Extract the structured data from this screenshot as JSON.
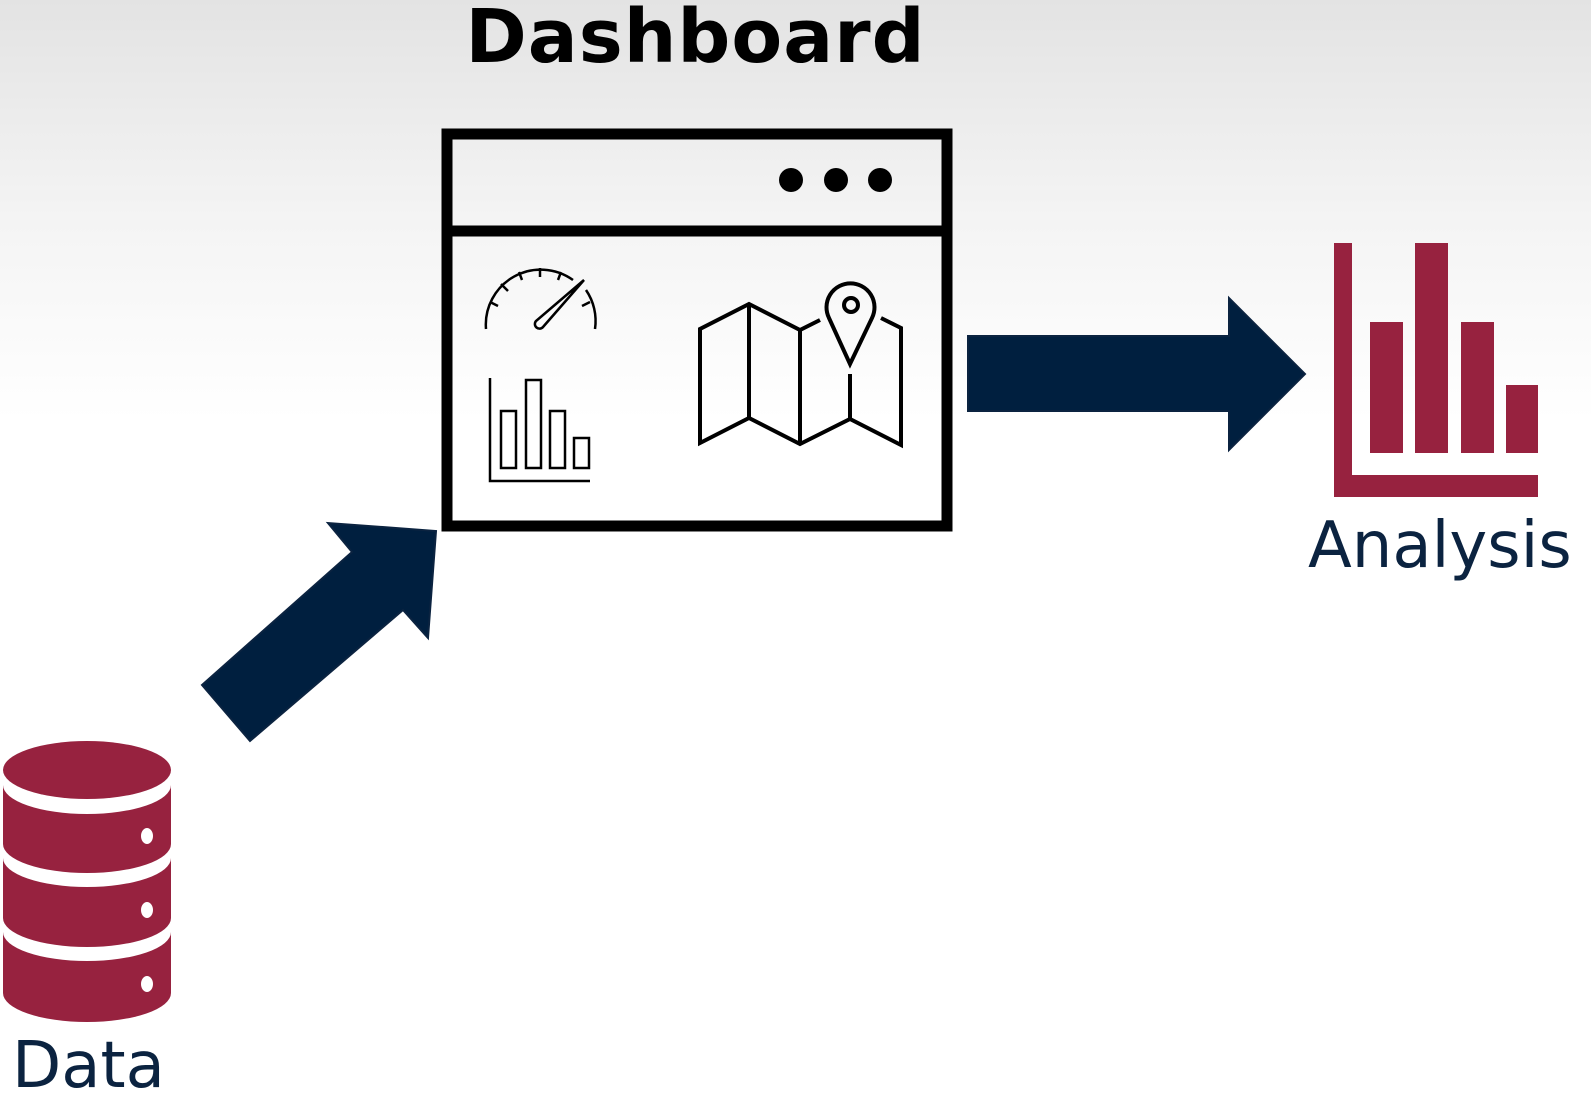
{
  "diagram": {
    "title": "Dashboard",
    "nodes": {
      "data": {
        "label": "Data",
        "icon": "database-icon"
      },
      "dashboard": {
        "icon": "dashboard-window-icon"
      },
      "analysis": {
        "label": "Analysis",
        "icon": "bar-chart-icon"
      }
    },
    "edges": [
      {
        "from": "data",
        "to": "dashboard"
      },
      {
        "from": "dashboard",
        "to": "analysis"
      }
    ],
    "colors": {
      "arrow": "#001f3f",
      "accent": "#97223f",
      "label": "#0b2340",
      "outline": "#000000"
    }
  }
}
